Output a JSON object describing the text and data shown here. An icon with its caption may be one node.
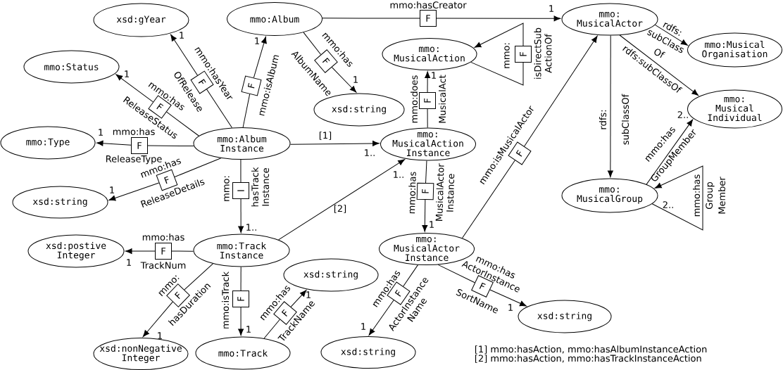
{
  "diagram": {
    "nodes": [
      {
        "text": [
          "xsd:gYear"
        ]
      },
      {
        "text": [
          "mmo:Album"
        ]
      },
      {
        "text": [
          "mmo: MusicalActor"
        ]
      },
      {
        "text": [
          "mmo:Status"
        ]
      },
      {
        "text": [
          "mmo: MusicalAction"
        ]
      },
      {
        "text": [
          "mmo:Musical Organisation"
        ]
      },
      {
        "text": [
          "xsd:string"
        ]
      },
      {
        "text": [
          "mmo: Musical Individual"
        ]
      },
      {
        "text": [
          "mmo:Type"
        ]
      },
      {
        "text": [
          "mmo:Album Instance"
        ]
      },
      {
        "text": [
          "mmo: MusicalAction Instance"
        ]
      },
      {
        "text": [
          "xsd:string"
        ]
      },
      {
        "text": [
          "mmo: MusicalGroup"
        ]
      },
      {
        "text": [
          "xsd:postive Integer"
        ]
      },
      {
        "text": [
          "mmo:Track Instance"
        ]
      },
      {
        "text": [
          "mmo: MusicalActor Instance"
        ]
      },
      {
        "text": [
          "xsd:string"
        ]
      },
      {
        "text": [
          "xsd:string"
        ]
      },
      {
        "text": [
          "xsd:nonNegative Integer"
        ]
      },
      {
        "text": [
          "mmo:Track"
        ]
      },
      {
        "text": [
          "xsd:string"
        ]
      },
      {
        "text": [
          "F"
        ],
        "beside": [
          "mmo:hasCreator"
        ]
      },
      {
        "text": [
          "F"
        ],
        "beside": [
          "mmo:",
          "isDirectSub ActionOf"
        ]
      },
      {
        "text": [
          "F"
        ],
        "beside": [
          "mmo:has",
          "AlbumName"
        ]
      },
      {
        "text": [
          "F"
        ],
        "beside": [
          "mmo:hasYear",
          "OfRelease"
        ]
      },
      {
        "text": [
          "F"
        ],
        "beside": [
          "mmo:isAlbum"
        ]
      },
      {
        "text": [
          "F"
        ],
        "beside": [
          "mmo:does",
          "MusicalAct"
        ]
      },
      {
        "text": [
          "F"
        ],
        "beside": [
          "mmo:has",
          "ReleaseStatus"
        ]
      },
      {
        "text": [
          "F"
        ],
        "beside": [
          "mmo:has",
          "ReleaseType"
        ]
      },
      {
        "text": [
          "F"
        ],
        "beside": [
          "mmo:isMusicalActor"
        ]
      },
      {
        "text": [
          "F"
        ],
        "beside": [
          "mmo:has",
          "ReleaseDetails"
        ]
      },
      {
        "text": [
          "I"
        ],
        "beside": [
          "mmo:",
          "hasTrack Instance"
        ]
      },
      {
        "text": [
          "F"
        ],
        "beside": [
          "mmo:has",
          "MusicalActor Instance"
        ]
      },
      {
        "text": [
          "F"
        ],
        "beside": [
          "mmo:has",
          "TrackNum"
        ]
      },
      {
        "text": [
          "F"
        ],
        "beside": [
          "mmo:has ActorInstance",
          "SortName"
        ]
      },
      {
        "text": [
          "F"
        ],
        "beside": [
          "mmo:has",
          "ActorInstance Name"
        ]
      },
      {
        "text": [
          "F"
        ],
        "beside": [
          "mmo:",
          "hasDuration"
        ]
      },
      {
        "text": [
          "F"
        ],
        "beside": [
          "mmo:isTrack"
        ]
      },
      {
        "text": [
          "F"
        ],
        "beside": [
          "mmo:has",
          "TrackName"
        ]
      }
    ],
    "edges": [
      {
        "from": 1,
        "to": 21,
        "arrow": "none"
      },
      {
        "from": 21,
        "to": 2,
        "arrow": "to",
        "label": "1"
      },
      {
        "from": 4,
        "to": 22,
        "arrow": "none"
      },
      {
        "from": 22,
        "to": 4,
        "arrow": "to"
      },
      {
        "from": 1,
        "to": 23,
        "arrow": "none"
      },
      {
        "from": 23,
        "to": 6,
        "arrow": "to",
        "label": "1"
      },
      {
        "from": 9,
        "to": 24,
        "arrow": "none"
      },
      {
        "from": 24,
        "to": 0,
        "arrow": "to",
        "label": "1"
      },
      {
        "from": 9,
        "to": 25,
        "arrow": "none"
      },
      {
        "from": 25,
        "to": 1,
        "arrow": "to",
        "label": "1"
      },
      {
        "from": 10,
        "to": 26,
        "arrow": "none"
      },
      {
        "from": 26,
        "to": 4,
        "arrow": "to",
        "label": "1"
      },
      {
        "from": 9,
        "to": 27,
        "arrow": "none"
      },
      {
        "from": 27,
        "to": 3,
        "arrow": "to",
        "label": "1"
      },
      {
        "from": 9,
        "to": 28,
        "arrow": "none"
      },
      {
        "from": 28,
        "to": 8,
        "arrow": "to",
        "label": "1"
      },
      {
        "from": 15,
        "to": 29,
        "arrow": "none"
      },
      {
        "from": 29,
        "to": 2,
        "arrow": "to"
      },
      {
        "from": 9,
        "to": 30,
        "arrow": "none"
      },
      {
        "from": 30,
        "to": 11,
        "arrow": "to",
        "label": "1"
      },
      {
        "from": 9,
        "to": 31,
        "arrow": "none"
      },
      {
        "from": 31,
        "to": 14,
        "arrow": "to",
        "label": "1.."
      },
      {
        "from": 10,
        "to": 32,
        "arrow": "none"
      },
      {
        "from": 32,
        "to": 15,
        "arrow": "to",
        "label": "1"
      },
      {
        "from": 14,
        "to": 33,
        "arrow": "none"
      },
      {
        "from": 33,
        "to": 13,
        "arrow": "to",
        "label": "1"
      },
      {
        "from": 15,
        "to": 34,
        "arrow": "none"
      },
      {
        "from": 34,
        "to": 17,
        "arrow": "to",
        "label": "1"
      },
      {
        "from": 15,
        "to": 35,
        "arrow": "none"
      },
      {
        "from": 35,
        "to": 20,
        "arrow": "to",
        "label": "1"
      },
      {
        "from": 14,
        "to": 36,
        "arrow": "none"
      },
      {
        "from": 36,
        "to": 18,
        "arrow": "to",
        "label": "1"
      },
      {
        "from": 14,
        "to": 37,
        "arrow": "none"
      },
      {
        "from": 37,
        "to": 19,
        "arrow": "to",
        "label": "1"
      },
      {
        "from": 19,
        "to": 38,
        "arrow": "none"
      },
      {
        "from": 38,
        "to": 16,
        "arrow": "to",
        "label": "1"
      },
      {
        "from": 9,
        "to": 10,
        "arrow": "to",
        "label": "[1]"
      },
      {
        "from": 14,
        "to": 10,
        "arrow": "to",
        "label": "[2]"
      },
      {
        "from": 2,
        "to": 5,
        "arrow": "to",
        "label": "rdfs: subClass Of"
      },
      {
        "from": 2,
        "to": 7,
        "arrow": "to",
        "label": "rdfs:subClassOf"
      },
      {
        "from": 2,
        "to": 12,
        "arrow": "to",
        "label": "rdfs: subClassOf"
      },
      {
        "from": 12,
        "to": 7,
        "arrow": "to",
        "label": "mmo:has GroupMember"
      },
      {
        "from": 12,
        "to": 12,
        "arrow": "to",
        "label": "mmo:has Group Member"
      }
    ],
    "labels": [
      "2..",
      "1..",
      "1..",
      "2..",
      "[1] mmo:hasAction, mmo:hasAlbumInstanceAction",
      "[2] mmo:hasAction, mmo:hasTrackInstanceAction"
    ]
  }
}
